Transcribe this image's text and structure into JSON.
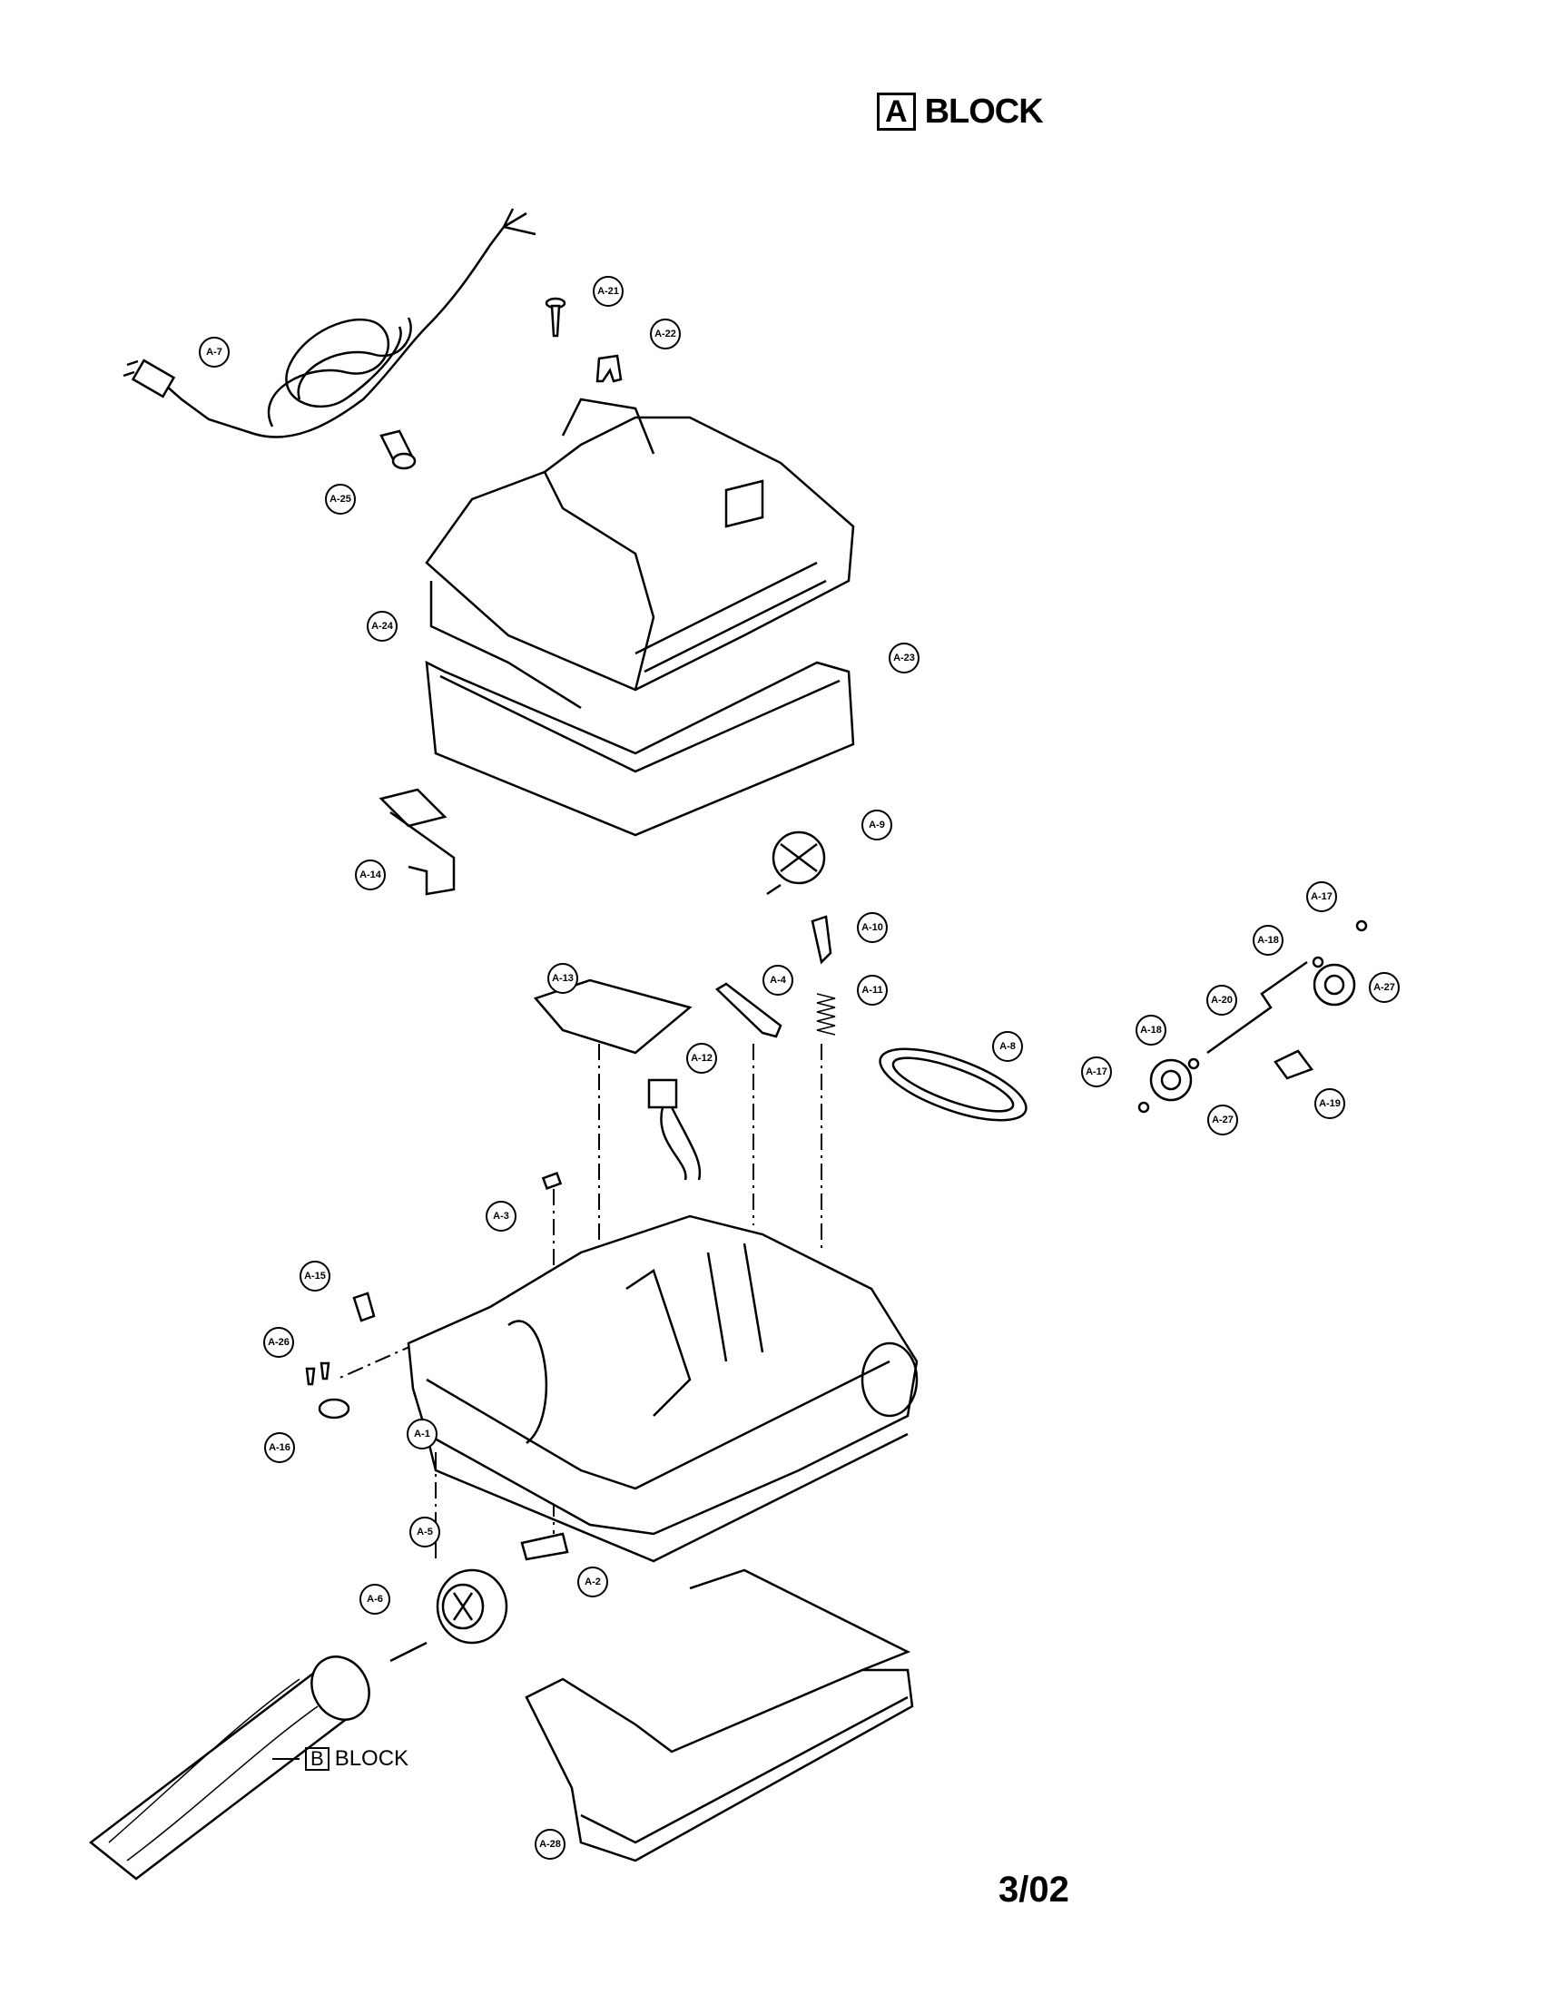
{
  "header": {
    "boxed_letter": "A",
    "label": "BLOCK"
  },
  "footer": {
    "date": "3/02"
  },
  "brush_reference": {
    "boxed_letter": "B",
    "label": "BLOCK"
  },
  "callouts": {
    "a1": "A-1",
    "a2": "A-2",
    "a3": "A-3",
    "a4": "A-4",
    "a5": "A-5",
    "a6": "A-6",
    "a7": "A-7",
    "a8": "A-8",
    "a9": "A-9",
    "a10": "A-10",
    "a11": "A-11",
    "a12": "A-12",
    "a13": "A-13",
    "a14": "A-14",
    "a15": "A-15",
    "a16": "A-16",
    "a17": "A-17",
    "a18": "A-18",
    "a19": "A-19",
    "a20": "A-20",
    "a21": "A-21",
    "a22": "A-22",
    "a23": "A-23",
    "a24": "A-24",
    "a25": "A-25",
    "a26": "A-26",
    "a27": "A-27",
    "a28": "A-28"
  }
}
